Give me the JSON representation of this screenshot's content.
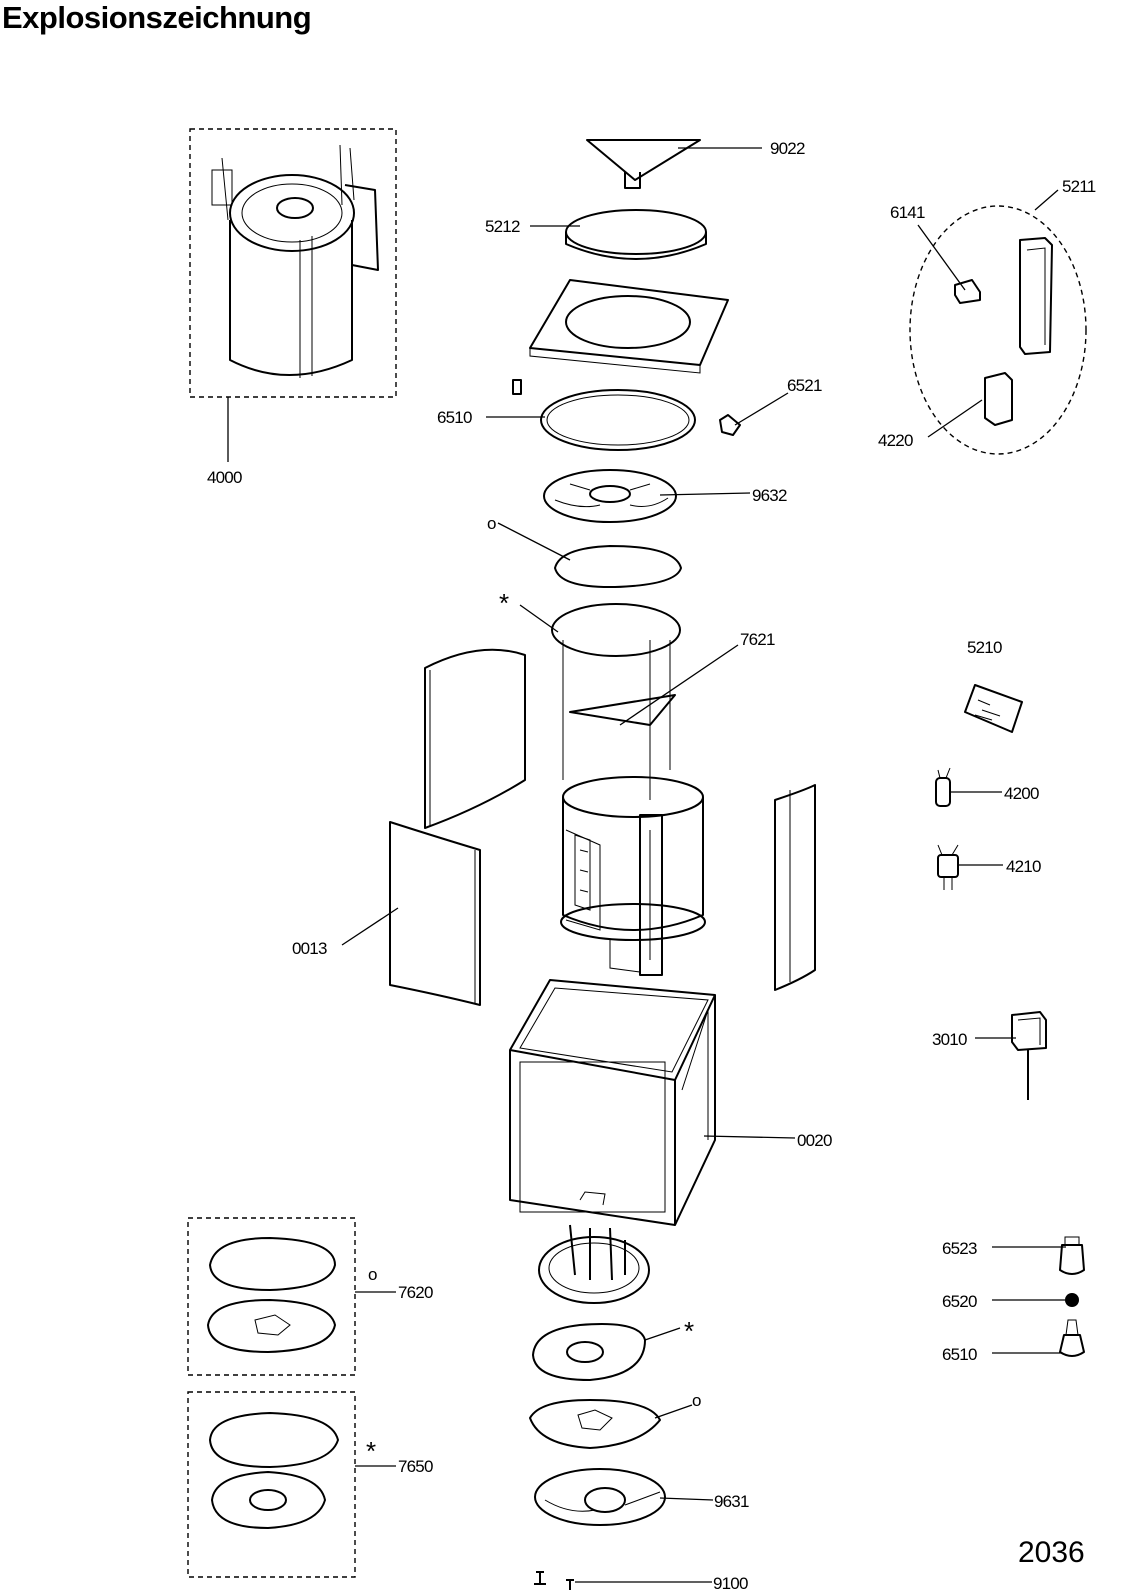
{
  "title": "Explosionszeichnung",
  "page_number": "2036",
  "labels": {
    "l9022": "9022",
    "l5212": "5212",
    "l5211": "5211",
    "l6141": "6141",
    "l4000": "4000",
    "l6521": "6521",
    "l6510a": "6510",
    "l4220": "4220",
    "l9632": "9632",
    "l7621": "7621",
    "l5210": "5210",
    "l4200": "4200",
    "l4210": "4210",
    "l0013": "0013",
    "l3010": "3010",
    "l0020": "0020",
    "l6523": "6523",
    "l6520": "6520",
    "l6510b": "6510",
    "l7620": "7620",
    "l7650": "7650",
    "l9631": "9631",
    "l9100": "9100"
  },
  "marks": {
    "circle": "o",
    "asterisk": "*"
  }
}
